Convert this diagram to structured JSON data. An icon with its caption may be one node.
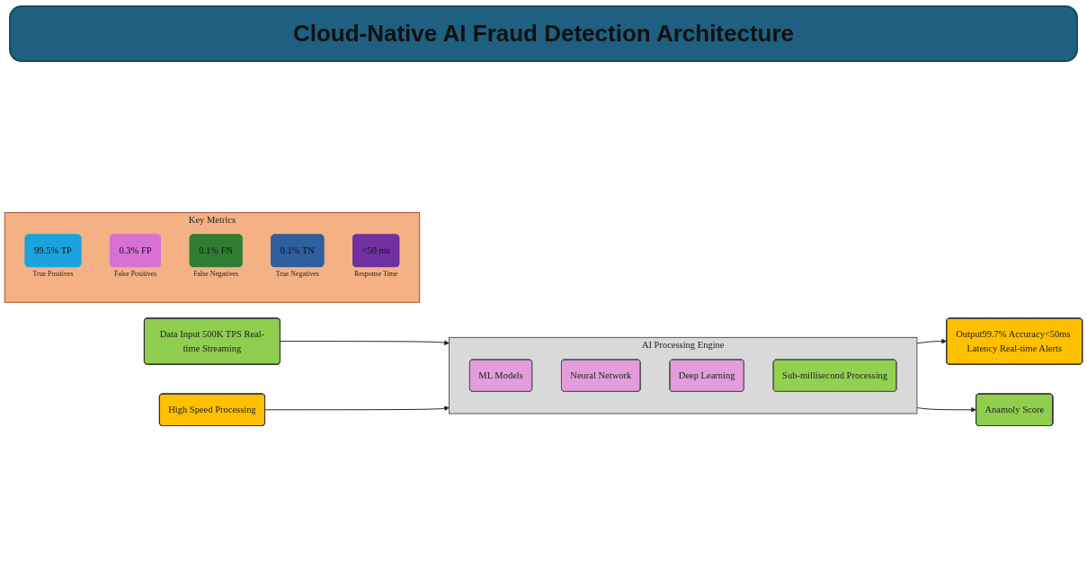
{
  "diagram": {
    "title": "Cloud-Native AI Fraud Detection Architecture",
    "nodes": [
      {
        "text": [
          "Data Input 500K TPS Real-time Streaming"
        ]
      },
      {
        "text": [
          "High Speed Processing"
        ]
      },
      {
        "text": [
          "AI Processing Engine"
        ]
      },
      {
        "text": [
          "ML Models"
        ],
        "in": 2
      },
      {
        "text": [
          "Neural Network"
        ],
        "in": 2
      },
      {
        "text": [
          "Deep Learning"
        ],
        "in": 2
      },
      {
        "text": [
          "Sub-millisecond Processing"
        ],
        "in": 2
      },
      {
        "text": [
          "Output99.7% Accuracy<50ms Latency Real-time Alerts"
        ]
      },
      {
        "text": [
          "Anamoly Score"
        ]
      },
      {
        "text": [
          "Key Metrics"
        ]
      },
      {
        "text": [
          "99.5% TP"
        ],
        "in": 9,
        "beside": [
          "True Positives"
        ]
      },
      {
        "text": [
          "0.3% FP"
        ],
        "in": 9,
        "beside": [
          "False Positives"
        ]
      },
      {
        "text": [
          "0.1% FN"
        ],
        "in": 9,
        "beside": [
          "False Negatives"
        ]
      },
      {
        "text": [
          "0.1% TN"
        ],
        "in": 9,
        "beside": [
          "True Negatives"
        ]
      },
      {
        "text": [
          "<50 ms"
        ],
        "in": 9,
        "beside": [
          "Response Time"
        ]
      }
    ],
    "edges": [
      {
        "from": 0,
        "to": 2,
        "arrow": "to"
      },
      {
        "from": 1,
        "to": 2,
        "arrow": "to"
      },
      {
        "from": 2,
        "to": 7,
        "arrow": "to"
      },
      {
        "from": 2,
        "to": 8,
        "arrow": "to"
      }
    ]
  }
}
